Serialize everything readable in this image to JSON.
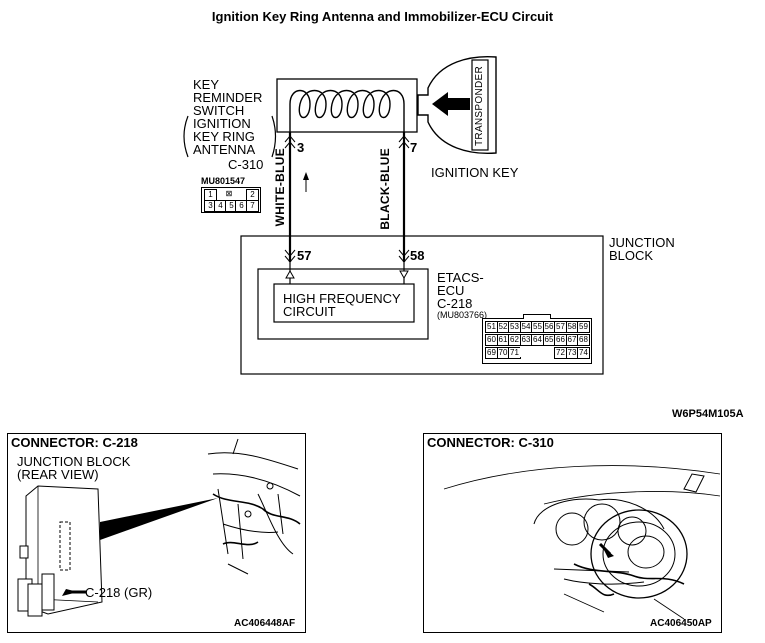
{
  "title": "Ignition Key Ring Antenna and Immobilizer-ECU Circuit",
  "antenna": {
    "lines": [
      "KEY",
      "REMINDER",
      "SWITCH",
      "IGNITION",
      "KEY RING",
      "ANTENNA"
    ],
    "connector": "C-310",
    "part": "MU801547",
    "pins_top": [
      "1",
      "",
      "2"
    ],
    "pins_bottom": [
      "3",
      "4",
      "5",
      "6",
      "7"
    ]
  },
  "key": {
    "label": "IGNITION KEY",
    "transponder": "TRANSPONDER"
  },
  "wires": {
    "left": {
      "color": "WHITE-BLUE",
      "top_pin": "3",
      "bottom_pin": "57"
    },
    "right": {
      "color": "BLACK-BLUE",
      "top_pin": "7",
      "bottom_pin": "58"
    }
  },
  "junction": {
    "lines": [
      "JUNCTION",
      "BLOCK"
    ]
  },
  "etacs": {
    "lines": [
      "ETACS-",
      "ECU"
    ],
    "connector": "C-218",
    "part": "(MU803766)",
    "circuit": [
      "HIGH FREQUENCY",
      "CIRCUIT"
    ],
    "pins": [
      [
        "51",
        "52",
        "53",
        "54",
        "55",
        "56",
        "57",
        "58",
        "59"
      ],
      [
        "60",
        "61",
        "62",
        "63",
        "64",
        "65",
        "66",
        "67",
        "68"
      ],
      [
        "69",
        "70",
        "71",
        "",
        "",
        "",
        "72",
        "73",
        "74"
      ]
    ]
  },
  "figure_code": "W6P54M105A",
  "panel_left": {
    "title": "CONNECTOR: C-218",
    "sub": [
      "JUNCTION BLOCK",
      "(REAR VIEW)"
    ],
    "callout": "C-218 (GR)",
    "code": "AC406448AF"
  },
  "panel_right": {
    "title": "CONNECTOR: C-310",
    "code": "AC406450AP"
  }
}
